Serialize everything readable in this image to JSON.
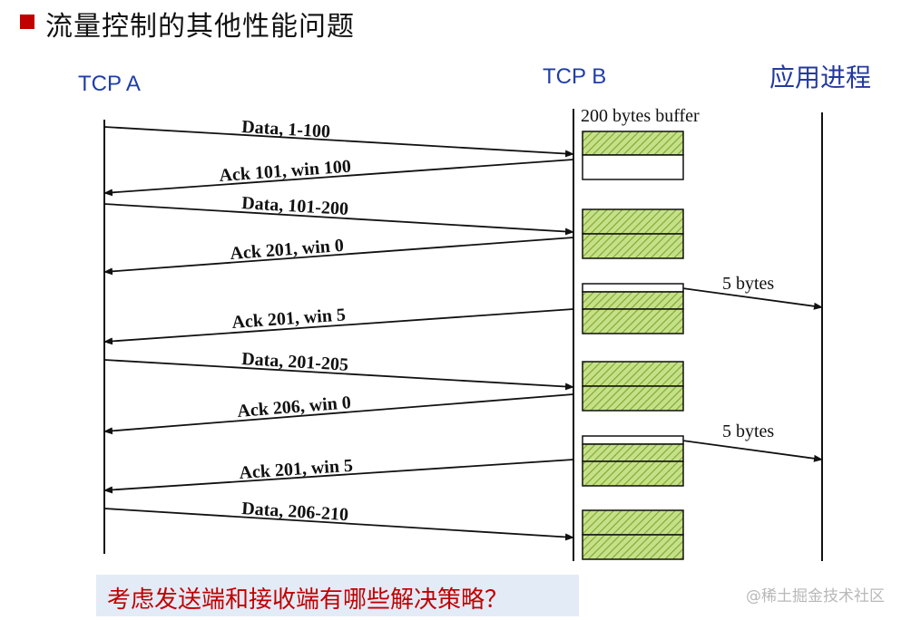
{
  "title": "流量控制的其他性能问题",
  "headers": {
    "tcp_a": "TCP A",
    "tcp_b": "TCP B",
    "app": "应用进程"
  },
  "buffer_label": "200 bytes buffer",
  "messages": [
    {
      "text": "Data, 1-100",
      "direction": "A->B"
    },
    {
      "text": "Ack 101, win 100",
      "direction": "B->A"
    },
    {
      "text": "Data, 101-200",
      "direction": "A->B"
    },
    {
      "text": "Ack 201, win 0",
      "direction": "B->A"
    },
    {
      "text": "Ack 201, win 5",
      "direction": "B->A"
    },
    {
      "text": "Data, 201-205",
      "direction": "A->B"
    },
    {
      "text": "Ack 206, win 0",
      "direction": "B->A"
    },
    {
      "text": "Ack 201, win 5",
      "direction": "B->A"
    },
    {
      "text": "Data, 206-210",
      "direction": "A->B"
    }
  ],
  "app_reads": [
    "5 bytes",
    "5 bytes"
  ],
  "question": "考虑发送端和接收端有哪些解决策略？",
  "watermark": "@稀土掘金技术社区",
  "colors": {
    "hatch_fill": "#c6e08a",
    "hatch_line": "#7aa82a",
    "header_blue": "#1f3ea8",
    "question_red": "#c00000",
    "question_bg": "#e3ebf6"
  }
}
